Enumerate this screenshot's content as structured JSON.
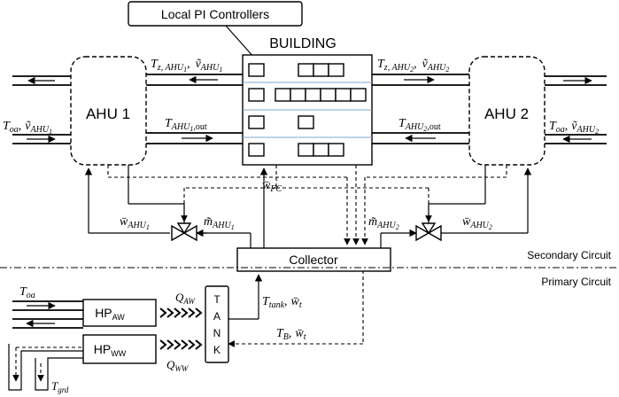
{
  "callout": "Local PI Controllers",
  "building_label": "BUILDING",
  "ahu1_label": "AHU 1",
  "ahu2_label": "AHU 2",
  "collector_label": "Collector",
  "tank_letters": [
    "T",
    "A",
    "N",
    "K"
  ],
  "hp_aw": {
    "base": "HP",
    "sub": "AW"
  },
  "hp_ww": {
    "base": "HP",
    "sub": "WW"
  },
  "secondary_circuit": "Secondary Circuit",
  "primary_circuit": "Primary Circuit",
  "vars": {
    "tz_ahu1": "T",
    "tz_ahu1_sub": "z, AHU",
    "tz_ahu1_subsub": "1",
    "v_ahu1": "ṽ",
    "v_ahu1_sub": "AHU",
    "v_ahu1_subsub": "1",
    "tz_ahu2": "T",
    "tz_ahu2_sub": "z, AHU",
    "tz_ahu2_subsub": "2",
    "v_ahu2": "ṽ",
    "v_ahu2_sub": "AHU",
    "v_ahu2_subsub": "2",
    "toa": "T",
    "toa_sub": "oa",
    "tahu1_out": "T",
    "tahu1_out_sub": "AHU",
    "tahu1_out_subsub": "1",
    "tahu1_out_tail": ",out",
    "tahu2_out_subsub": "2",
    "w_fc": "w̄",
    "w_fc_sub": "FC",
    "w_ahu": "w̄",
    "w_ahu_sub": "AHU",
    "m_ahu": "m̃",
    "m_ahu_sub": "AHU",
    "sub1": "1",
    "sub2": "2",
    "q_aw": "Q",
    "q_aw_sub": "AW",
    "q_ww": "Q",
    "q_ww_sub": "WW",
    "t_tank": "T",
    "t_tank_sub": "tank",
    "w_t": "w̄",
    "w_t_sub": "t",
    "t_b": "T",
    "t_b_sub": "B",
    "t_grd": "T",
    "t_grd_sub": "grd",
    "comma": ","
  }
}
